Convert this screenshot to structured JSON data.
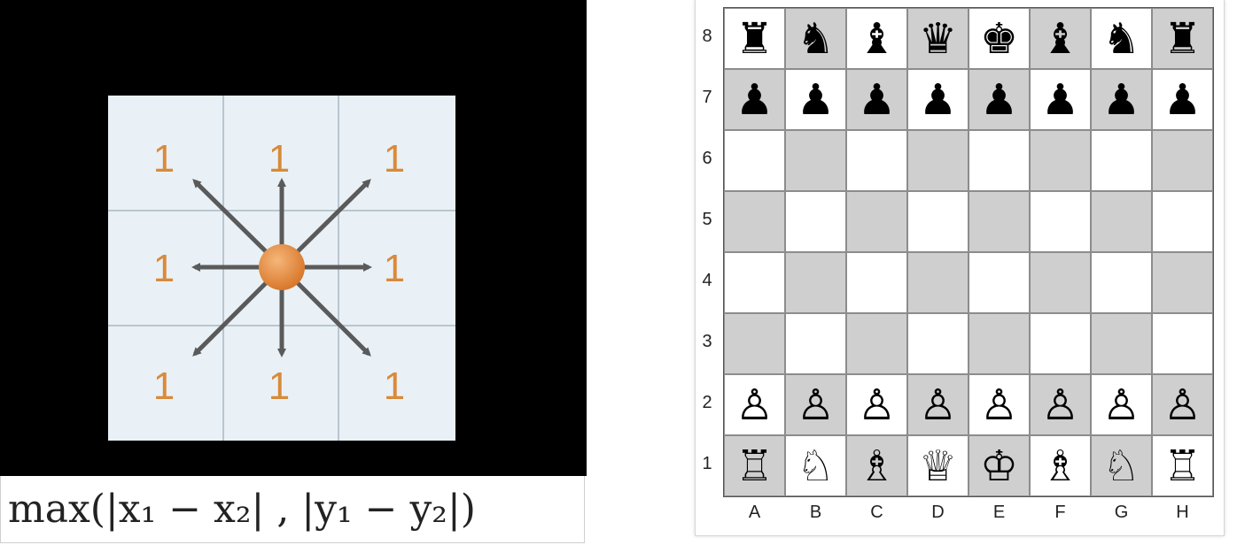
{
  "distance_grid": {
    "cells": [
      [
        "1",
        "1",
        "1"
      ],
      [
        "1",
        "",
        "1"
      ],
      [
        "1",
        "1",
        "1"
      ]
    ],
    "center_marker": "orange-dot",
    "colors": {
      "cell_bg": "#e9f1f6",
      "grid_line": "#b9c6d0",
      "number": "#d98a3a",
      "arrow": "#5a5a5a",
      "dot": "#e88a3c",
      "panel_bg": "#000000"
    }
  },
  "formula": {
    "text": "max(|x₁ − x₂| , |y₁ − y₂|)"
  },
  "chessboard": {
    "ranks": [
      "8",
      "7",
      "6",
      "5",
      "4",
      "3",
      "2",
      "1"
    ],
    "files": [
      "A",
      "B",
      "C",
      "D",
      "E",
      "F",
      "G",
      "H"
    ],
    "rows": [
      [
        "♜",
        "♞",
        "♝",
        "♛",
        "♚",
        "♝",
        "♞",
        "♜"
      ],
      [
        "♟",
        "♟",
        "♟",
        "♟",
        "♟",
        "♟",
        "♟",
        "♟"
      ],
      [
        "",
        "",
        "",
        "",
        "",
        "",
        "",
        ""
      ],
      [
        "",
        "",
        "",
        "",
        "",
        "",
        "",
        ""
      ],
      [
        "",
        "",
        "",
        "",
        "",
        "",
        "",
        ""
      ],
      [
        "",
        "",
        "",
        "",
        "",
        "",
        "",
        ""
      ],
      [
        "♙",
        "♙",
        "♙",
        "♙",
        "♙",
        "♙",
        "♙",
        "♙"
      ],
      [
        "♖",
        "♘",
        "♗",
        "♕",
        "♔",
        "♗",
        "♘",
        "♖"
      ]
    ],
    "colors": {
      "light": "#ffffff",
      "dark": "#cfcfcf"
    }
  }
}
